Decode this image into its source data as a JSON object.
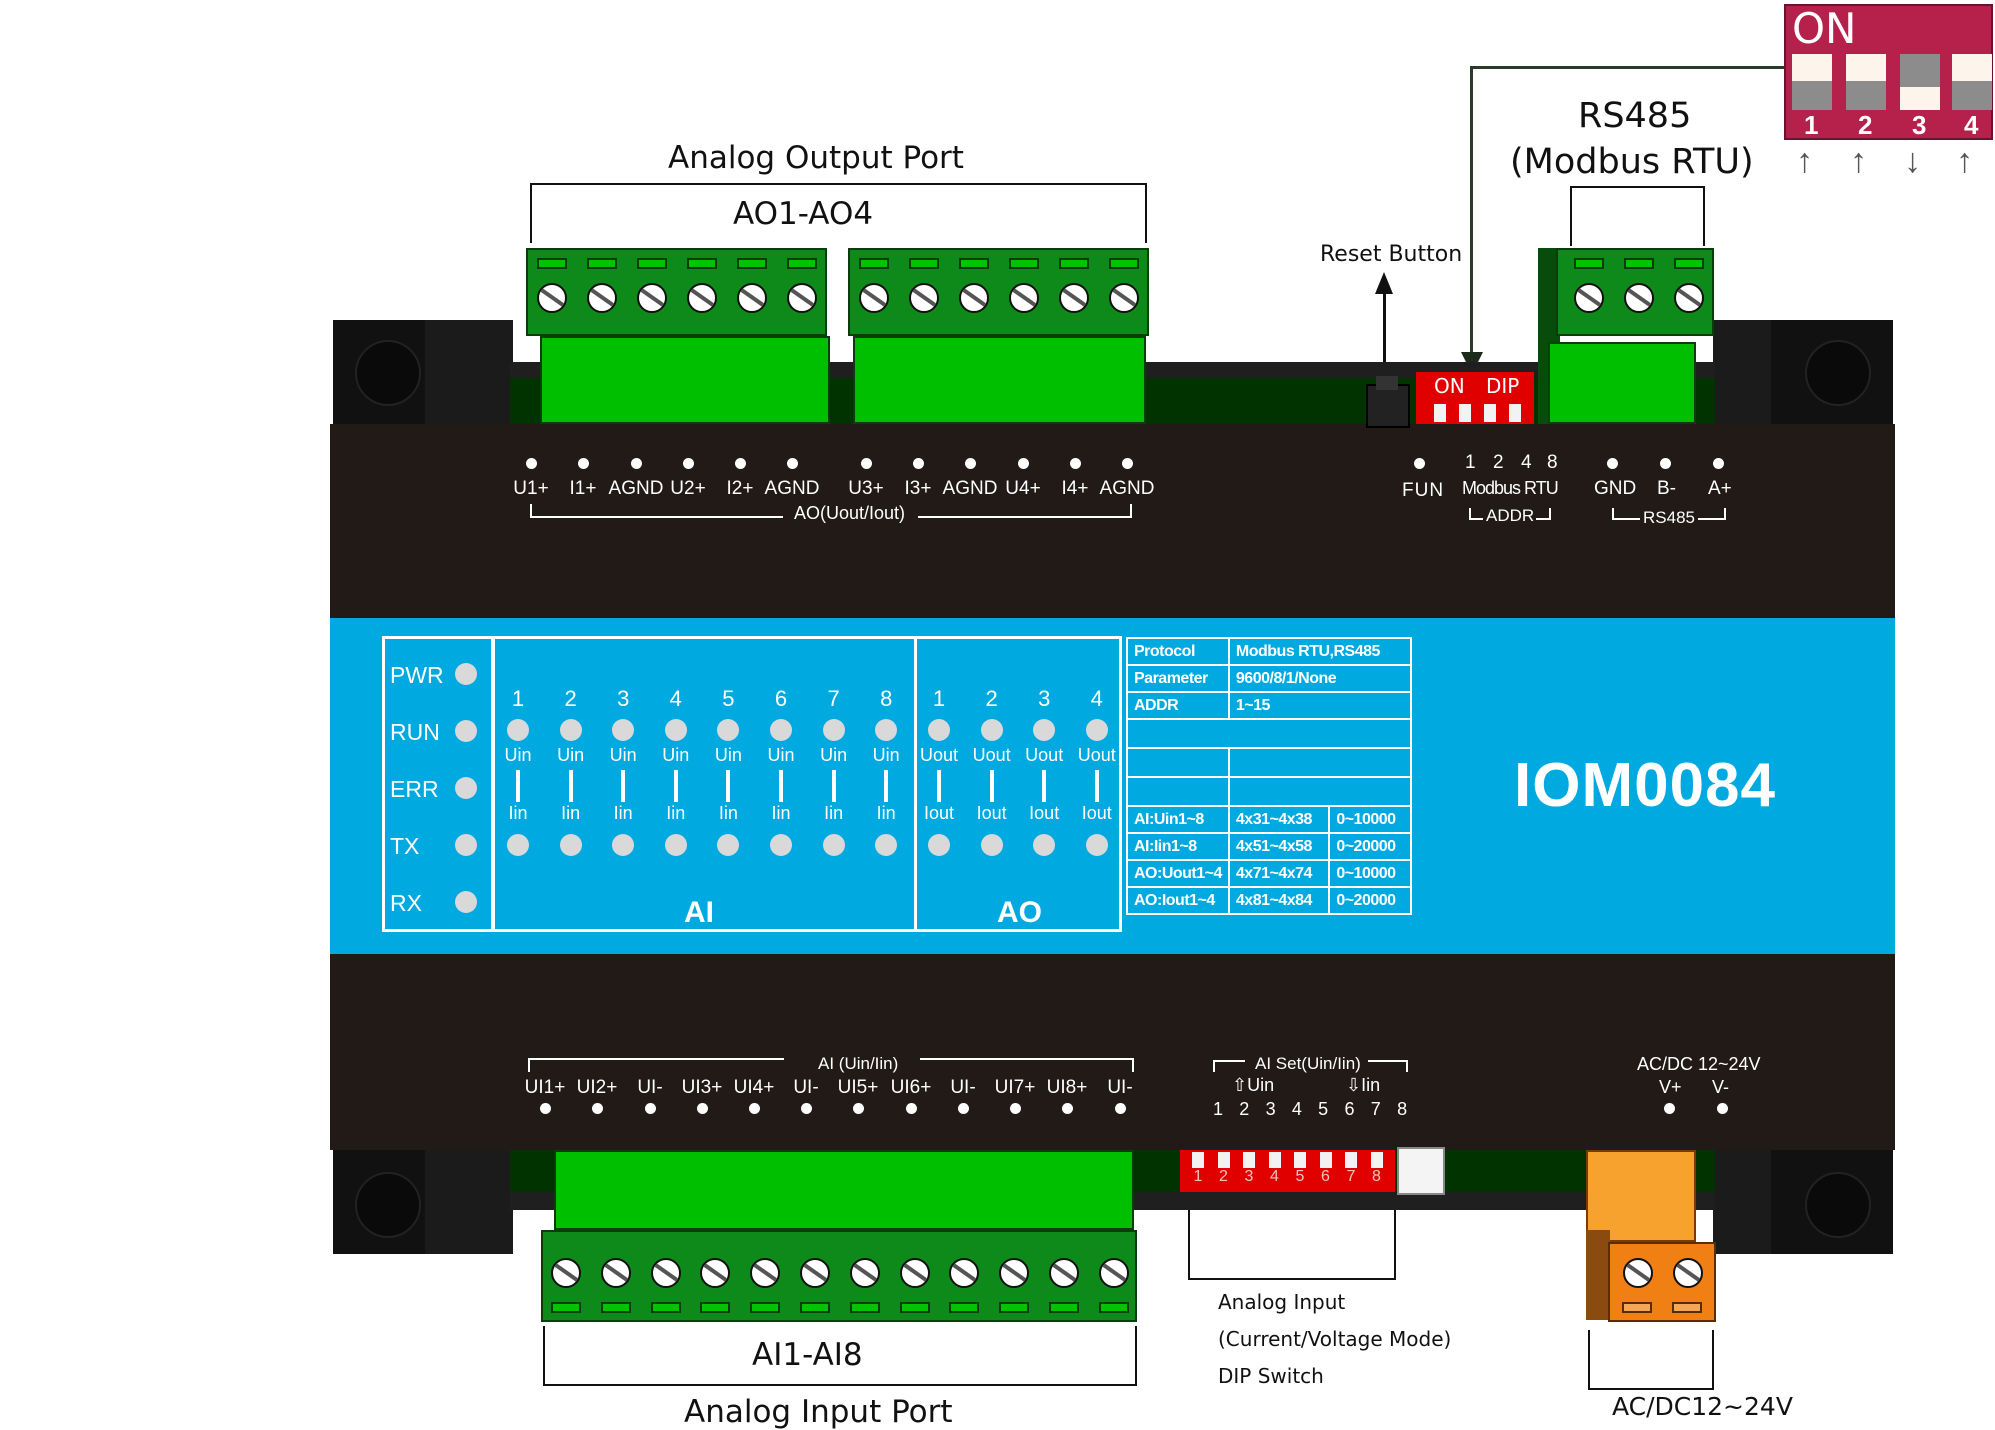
{
  "model": "IOM0084",
  "callouts": {
    "analog_output_port": "Analog Output Port",
    "ao_range": "AO1-AO4",
    "rs485_title": "RS485",
    "rs485_protocol": "(Modbus RTU)",
    "reset_button": "Reset Button",
    "analog_input_port": "Analog Input Port",
    "ai_range": "AI1-AI8",
    "ai_dip_line1": "Analog Input",
    "ai_dip_line2": "(Current/Voltage Mode)",
    "ai_dip_line3": "DIP Switch",
    "power_label": "AC/DC12~24V"
  },
  "addr_dip_inset": {
    "on_label": "ON",
    "switches": [
      {
        "number": "1",
        "state": "on",
        "arrow": "↑"
      },
      {
        "number": "2",
        "state": "on",
        "arrow": "↑"
      },
      {
        "number": "3",
        "state": "off",
        "arrow": "↓"
      },
      {
        "number": "4",
        "state": "on",
        "arrow": "↑"
      }
    ]
  },
  "onboard_dip": {
    "on": "ON",
    "dip": "DIP"
  },
  "top_terminals": {
    "ao_pins": [
      "U1+",
      "I1+",
      "AGND",
      "U2+",
      "I2+",
      "AGND",
      "U3+",
      "I3+",
      "AGND",
      "U4+",
      "I4+",
      "AGND"
    ],
    "ao_group": "AO(Uout/Iout)",
    "fun": "FUN",
    "addr_bits": [
      "1",
      "2",
      "4",
      "8"
    ],
    "addr_sub": "Modbus RTU",
    "addr_group": "ADDR",
    "rs485_pins": [
      "GND",
      "B-",
      "A+"
    ],
    "rs485_group": "RS485"
  },
  "status_leds": [
    "PWR",
    "RUN",
    "ERR",
    "TX",
    "RX"
  ],
  "ai_panel": {
    "title": "AI",
    "channels": [
      "1",
      "2",
      "3",
      "4",
      "5",
      "6",
      "7",
      "8"
    ],
    "top_mode": "Uin",
    "bottom_mode": "Iin"
  },
  "ao_panel": {
    "title": "AO",
    "channels": [
      "1",
      "2",
      "3",
      "4"
    ],
    "top_mode": "Uout",
    "bottom_mode": "Iout"
  },
  "spec_table": {
    "rows": [
      [
        "Protocol",
        "Modbus RTU,RS485"
      ],
      [
        "Parameter",
        "9600/8/1/None"
      ],
      [
        "ADDR",
        "1~15"
      ]
    ],
    "registers": [
      [
        "AI:Uin1~8",
        "4x31~4x38",
        "0~10000"
      ],
      [
        "AI:Iin1~8",
        "4x51~4x58",
        "0~20000"
      ],
      [
        "AO:Uout1~4",
        "4x71~4x74",
        "0~10000"
      ],
      [
        "AO:Iout1~4",
        "4x81~4x84",
        "0~20000"
      ]
    ]
  },
  "bottom_terminals": {
    "ai_group": "AI (Uin/Iin)",
    "ai_pins": [
      "UI1+",
      "UI2+",
      "UI-",
      "UI3+",
      "UI4+",
      "UI-",
      "UI5+",
      "UI6+",
      "UI-",
      "UI7+",
      "UI8+",
      "UI-"
    ],
    "ai_set_group": "AI Set(Uin/Iin)",
    "ai_set_up": "⇧Uin",
    "ai_set_down": "⇩Iin",
    "ai_set_numbers": [
      "1",
      "2",
      "3",
      "4",
      "5",
      "6",
      "7",
      "8"
    ],
    "power_title": "AC/DC 12~24V",
    "power_pins": [
      "V+",
      "V-"
    ]
  },
  "colors": {
    "case": "#211a17",
    "panel_blue": "#00a9e0",
    "terminal_green": "#00bf00",
    "dip_red": "#e00000",
    "inset_red": "#b5214a",
    "power_orange": "#f08c1e"
  }
}
